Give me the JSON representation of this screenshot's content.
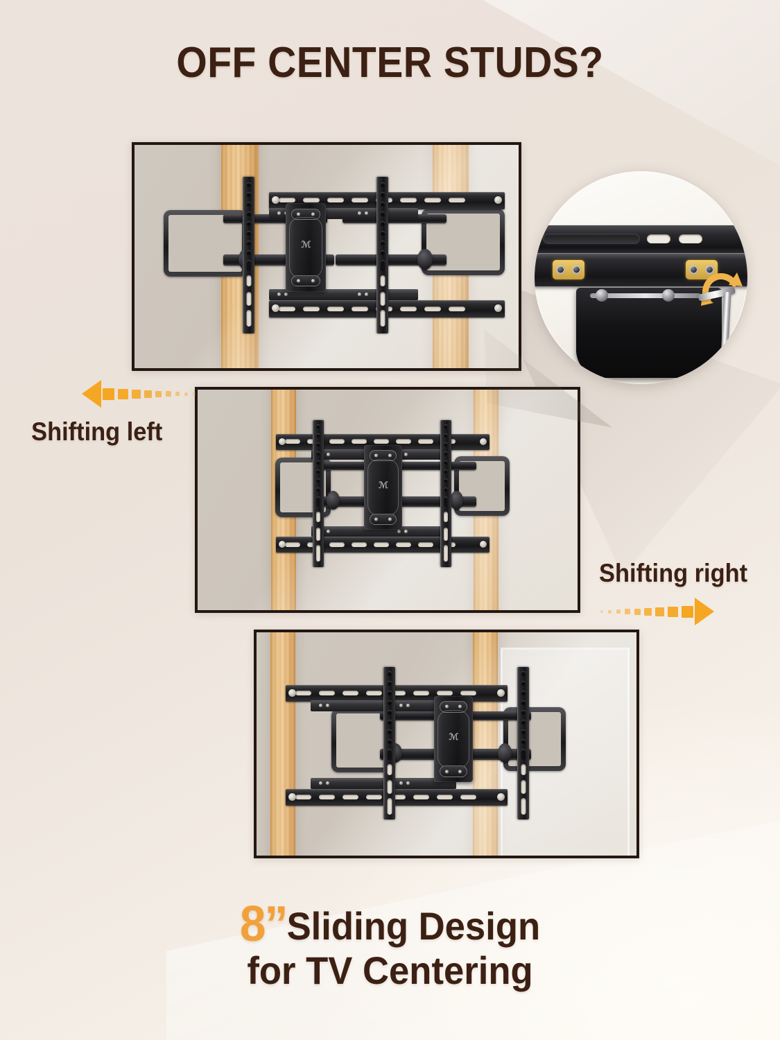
{
  "headline": "OFF CENTER STUDS?",
  "labels": {
    "shifting_left": "Shifting left",
    "shifting_right": "Shifting right"
  },
  "caption": {
    "measure": "8”",
    "line1": "Sliding Design",
    "line2": "for TV Centering"
  },
  "colors": {
    "background": "#ece3dc",
    "background_light": "#fcf8f2",
    "heading_text": "#3b2013",
    "accent_orange": "#f5a623",
    "caption_number": "#f2a13a",
    "panel_border": "#241713",
    "panel_wall": "#cdc6bc",
    "wood_stud": "#e0b274",
    "mount_steel": "#1a1a1c",
    "gold_highlight": "#e0b34f",
    "hex_key_metal": "#d9d9dc"
  },
  "panels": [
    {
      "id": "panel-top",
      "state": "mount shifted right of stud",
      "stud_count": 2
    },
    {
      "id": "panel-middle",
      "state": "mount centered between studs",
      "stud_count": 2
    },
    {
      "id": "panel-bottom",
      "state": "mount shifted left of stud",
      "stud_count": 2
    }
  ],
  "magnifier": {
    "id": "detail-closeup",
    "shows": "sliding rail lock bolts",
    "tool": "hex-key"
  },
  "mount": {
    "logo": "ℳ",
    "vplate_round_holes": 9,
    "vplate_slots": 4,
    "rail_slots_per_side": 5
  },
  "icons": {
    "arrow_left": "arrow-left-icon",
    "arrow_right": "arrow-right-icon",
    "rotation": "rotation-arrow-icon",
    "hex_key": "hex-key-icon"
  }
}
